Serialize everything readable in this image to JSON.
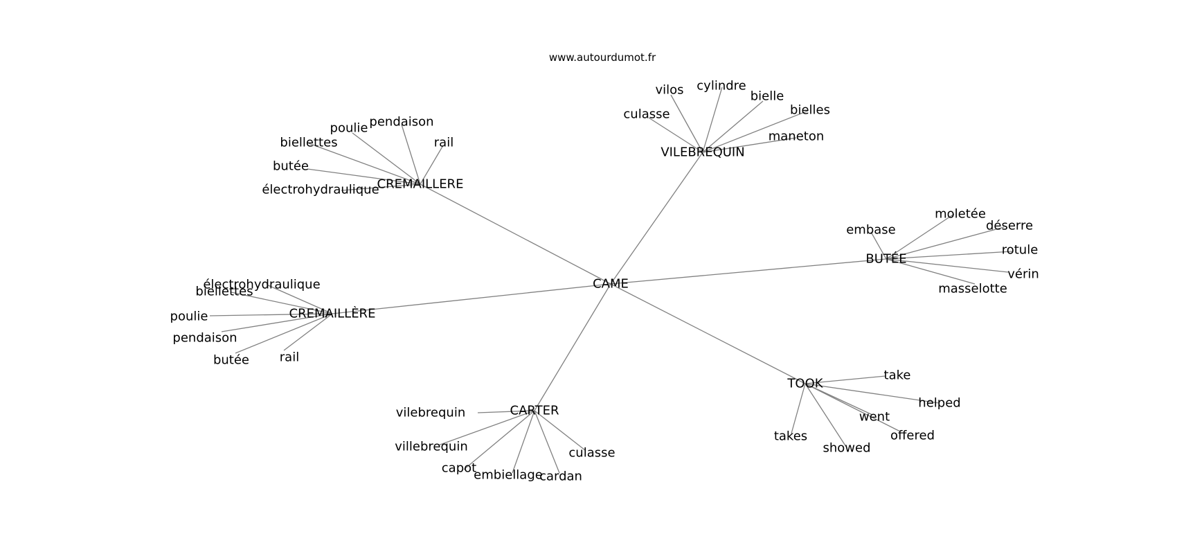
{
  "source": "www.autourdumot.fr",
  "colors": {
    "edge": "#808080",
    "text": "#000000",
    "background": "#ffffff"
  },
  "graph": {
    "root": "CAME",
    "clusters": [
      {
        "hub": "VILEBREQUIN",
        "leaves": [
          "vilos",
          "cylindre",
          "bielle",
          "bielles",
          "culasse",
          "maneton"
        ]
      },
      {
        "hub": "CREMAILLERE",
        "leaves": [
          "poulie",
          "pendaison",
          "biellettes",
          "rail",
          "butée",
          "électrohydraulique"
        ]
      },
      {
        "hub": "BUTÉE",
        "leaves": [
          "moletée",
          "déserre",
          "embase",
          "rotule",
          "vérin",
          "masselotte"
        ]
      },
      {
        "hub": "CREMAILLÈRE",
        "leaves": [
          "électrohydraulique",
          "biellettes",
          "poulie",
          "pendaison",
          "butée",
          "rail"
        ]
      },
      {
        "hub": "TOOK",
        "leaves": [
          "take",
          "helped",
          "went",
          "offered",
          "takes",
          "showed"
        ]
      },
      {
        "hub": "CARTER",
        "leaves": [
          "vilebrequin",
          "villebrequin",
          "culasse",
          "capot",
          "embiellage",
          "cardan"
        ]
      }
    ]
  }
}
